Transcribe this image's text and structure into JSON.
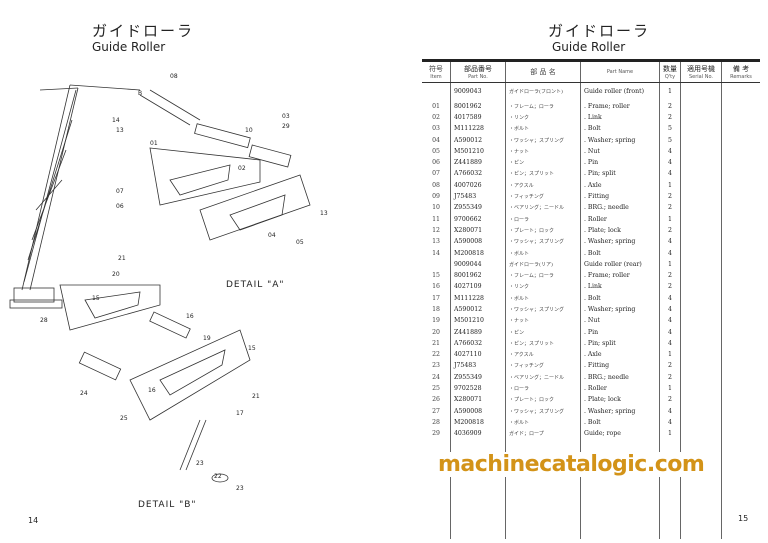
{
  "left_page": {
    "title_jp": "ガイドローラ",
    "title_en": "Guide Roller",
    "detail_a": "DETAIL \"A\"",
    "detail_b": "DETAIL \"B\"",
    "page_number": "14"
  },
  "right_page": {
    "title_jp": "ガイドローラ",
    "title_en": "Guide Roller",
    "page_number": "15",
    "headers": {
      "item_jp": "符号",
      "item_en": "Item",
      "part_jp": "部品番号",
      "part_en": "Part No.",
      "name_jp": "部 品 名",
      "name_en": "Part Name",
      "qty_jp": "数量",
      "qty_en": "Q'ty",
      "serial_jp": "適用号機",
      "serial_en": "Serial No.",
      "remarks_jp": "備 考",
      "remarks_en": "Remarks"
    },
    "rows": [
      {
        "item": "",
        "part": "9009043",
        "jp": "ガイドローラ(フロント)",
        "name": "Guide roller  (front)",
        "qty": "1"
      },
      {
        "item": "01",
        "part": "8001962",
        "jp": "・フレーム；ローラ",
        "name": ". Frame; roller",
        "qty": "2"
      },
      {
        "item": "02",
        "part": "4017589",
        "jp": "・リンク",
        "name": ". Link",
        "qty": "2"
      },
      {
        "item": "03",
        "part": "M111228",
        "jp": "・ボルト",
        "name": ". Bolt",
        "qty": "5"
      },
      {
        "item": "04",
        "part": "A590012",
        "jp": "・ワッシャ；スプリング",
        "name": ". Washer; spring",
        "qty": "5"
      },
      {
        "item": "05",
        "part": "M501210",
        "jp": "・ナット",
        "name": ". Nut",
        "qty": "4"
      },
      {
        "item": "06",
        "part": "Z441889",
        "jp": "・ピン",
        "name": ". Pin",
        "qty": "4"
      },
      {
        "item": "07",
        "part": "A766032",
        "jp": "・ピン；スプリット",
        "name": ". Pin; split",
        "qty": "4"
      },
      {
        "item": "08",
        "part": "4007026",
        "jp": "・アクスル",
        "name": ". Axle",
        "qty": "1"
      },
      {
        "item": "09",
        "part": "J75483",
        "jp": "・フィッチング",
        "name": ". Fitting",
        "qty": "2"
      },
      {
        "item": "10",
        "part": "Z955349",
        "jp": "・ベアリング；ニードル",
        "name": ". BRG.; needle",
        "qty": "2"
      },
      {
        "item": "11",
        "part": "9700662",
        "jp": "・ローラ",
        "name": ". Roller",
        "qty": "1"
      },
      {
        "item": "12",
        "part": "X280071",
        "jp": "・プレート；ロック",
        "name": ". Plate; lock",
        "qty": "2"
      },
      {
        "item": "13",
        "part": "A590008",
        "jp": "・ワッシャ；スプリング",
        "name": ". Washer; spring",
        "qty": "4"
      },
      {
        "item": "14",
        "part": "M200818",
        "jp": "・ボルト",
        "name": ". Bolt",
        "qty": "4"
      },
      {
        "item": "",
        "part": "9009044",
        "jp": "ガイドローラ(リア)",
        "name": "Guide roller  (rear)",
        "qty": "1"
      },
      {
        "item": "15",
        "part": "8001962",
        "jp": "・フレーム；ローラ",
        "name": ". Frame; roller",
        "qty": "2"
      },
      {
        "item": "16",
        "part": "4027109",
        "jp": "・リンク",
        "name": ". Link",
        "qty": "2"
      },
      {
        "item": "17",
        "part": "M111228",
        "jp": "・ボルト",
        "name": ". Bolt",
        "qty": "4"
      },
      {
        "item": "18",
        "part": "A590012",
        "jp": "・ワッシャ；スプリング",
        "name": ". Washer; spring",
        "qty": "4"
      },
      {
        "item": "19",
        "part": "M501210",
        "jp": "・ナット",
        "name": ". Nut",
        "qty": "4"
      },
      {
        "item": "20",
        "part": "Z441889",
        "jp": "・ピン",
        "name": ". Pin",
        "qty": "4"
      },
      {
        "item": "21",
        "part": "A766032",
        "jp": "・ピン；スプリット",
        "name": ". Pin; split",
        "qty": "4"
      },
      {
        "item": "22",
        "part": "4027110",
        "jp": "・アクスル",
        "name": ". Axle",
        "qty": "1"
      },
      {
        "item": "23",
        "part": "J75483",
        "jp": "・フィッチング",
        "name": ". Fitting",
        "qty": "2"
      },
      {
        "item": "24",
        "part": "Z955349",
        "jp": "・ベアリング；ニードル",
        "name": ". BRG.; needle",
        "qty": "2"
      },
      {
        "item": "25",
        "part": "9702528",
        "jp": "・ローラ",
        "name": ". Roller",
        "qty": "1"
      },
      {
        "item": "26",
        "part": "X280071",
        "jp": "・プレート；ロック",
        "name": ". Plate; lock",
        "qty": "2"
      },
      {
        "item": "27",
        "part": "A590008",
        "jp": "・ワッシャ；スプリング",
        "name": ". Washer; spring",
        "qty": "4"
      },
      {
        "item": "28",
        "part": "M200818",
        "jp": "・ボルト",
        "name": ". Bolt",
        "qty": "4"
      },
      {
        "item": "29",
        "part": "4036909",
        "jp": "ガイド；ロープ",
        "name": "Guide; rope",
        "qty": "1"
      }
    ]
  },
  "watermark": "machinecatalogic.com",
  "watermark_color": "#d39318"
}
